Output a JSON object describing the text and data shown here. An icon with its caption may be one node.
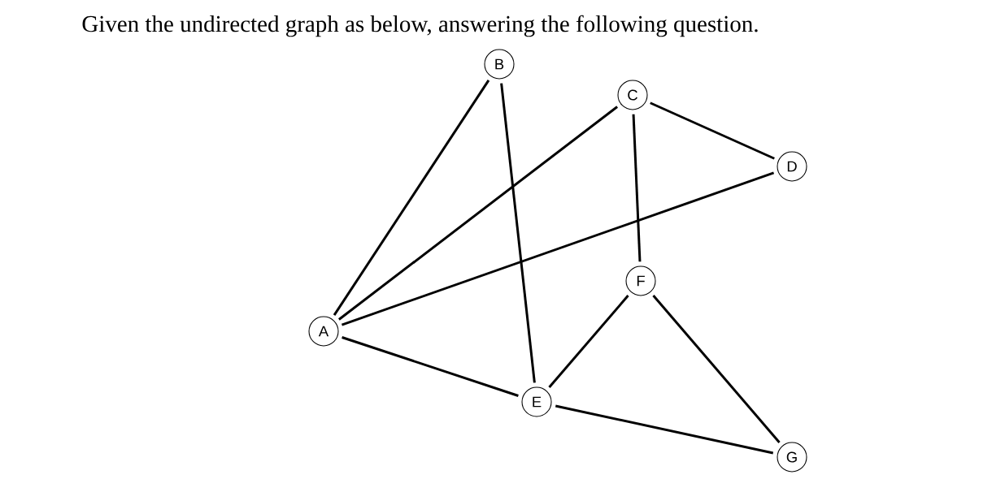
{
  "diagram": {
    "title": "Given the undirected graph as below, answering the following question.",
    "nodes": [
      {
        "text": [
          "A"
        ]
      },
      {
        "text": [
          "B"
        ]
      },
      {
        "text": [
          "C"
        ]
      },
      {
        "text": [
          "D"
        ]
      },
      {
        "text": [
          "E"
        ]
      },
      {
        "text": [
          "F"
        ]
      },
      {
        "text": [
          "G"
        ]
      }
    ],
    "edges": [
      {
        "from": 0,
        "to": 1,
        "arrow": "none"
      },
      {
        "from": 0,
        "to": 2,
        "arrow": "none"
      },
      {
        "from": 0,
        "to": 3,
        "arrow": "none"
      },
      {
        "from": 0,
        "to": 4,
        "arrow": "none"
      },
      {
        "from": 1,
        "to": 4,
        "arrow": "none"
      },
      {
        "from": 2,
        "to": 3,
        "arrow": "none"
      },
      {
        "from": 2,
        "to": 5,
        "arrow": "none"
      },
      {
        "from": 4,
        "to": 5,
        "arrow": "none"
      },
      {
        "from": 5,
        "to": 6,
        "arrow": "none"
      },
      {
        "from": 4,
        "to": 6,
        "arrow": "none"
      }
    ]
  }
}
